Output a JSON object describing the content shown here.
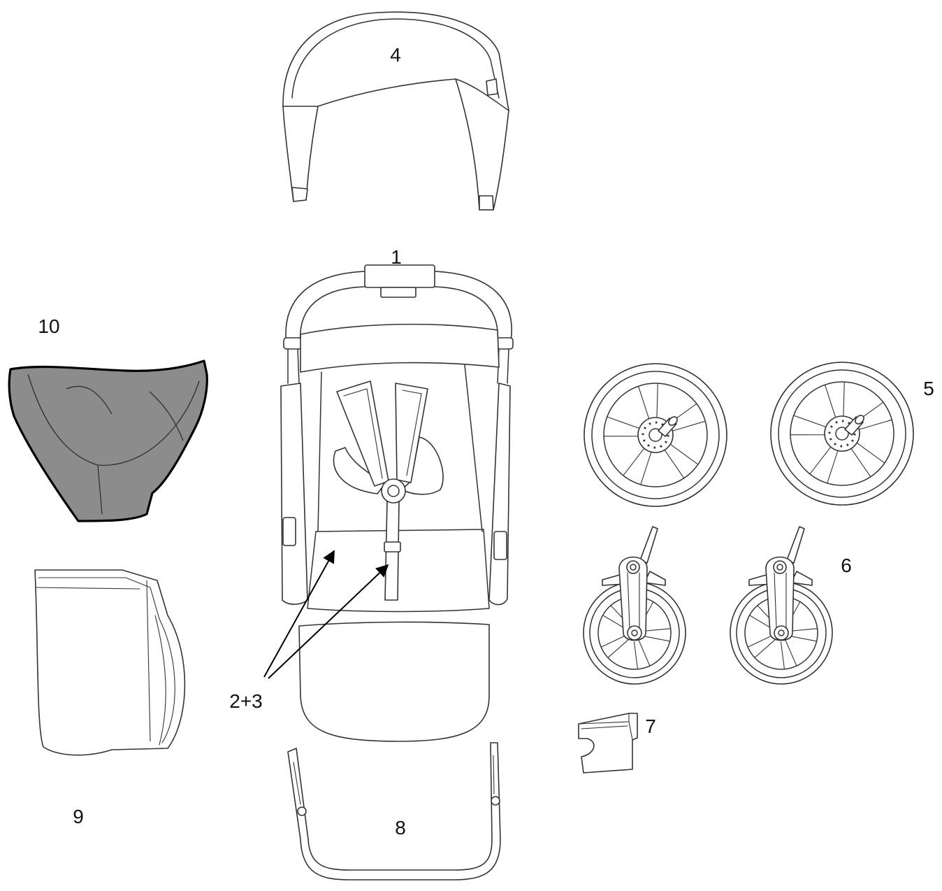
{
  "diagram": {
    "labels": {
      "canopy": "4",
      "seat_unit": "1",
      "basket": "10",
      "rear_wheels": "5",
      "front_wheels": "6",
      "harness": "2+3",
      "adapter": "7",
      "rain_cover": "9",
      "bumper_bar": "8"
    },
    "colors": {
      "background": "#ffffff",
      "line": "#333333",
      "basket_fill": "#8c8c8c"
    }
  }
}
